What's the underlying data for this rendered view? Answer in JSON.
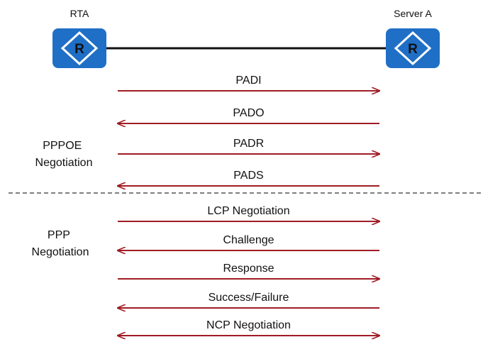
{
  "colors": {
    "arrow": "#a01c24",
    "router_fill": "#1f6fc6",
    "router_inner": "#ffffff",
    "link": "#111111",
    "divider": "#333333"
  },
  "devices": {
    "left": {
      "name": "RTA",
      "icon": "router-icon",
      "glyph": "R"
    },
    "right": {
      "name": "Server A",
      "icon": "router-icon",
      "glyph": "R"
    }
  },
  "phases": [
    {
      "lines": [
        "PPPOE",
        "Negotiation"
      ]
    },
    {
      "lines": [
        "PPP",
        "Negotiation"
      ]
    }
  ],
  "messages": [
    {
      "label": "PADI",
      "direction": "right"
    },
    {
      "label": "PADO",
      "direction": "left"
    },
    {
      "label": "PADR",
      "direction": "right"
    },
    {
      "label": "PADS",
      "direction": "left"
    },
    {
      "label": "LCP Negotiation",
      "direction": "right"
    },
    {
      "label": "Challenge",
      "direction": "left"
    },
    {
      "label": "Response",
      "direction": "right"
    },
    {
      "label": "Success/Failure",
      "direction": "left"
    },
    {
      "label": "NCP Negotiation",
      "direction": "both"
    }
  ]
}
